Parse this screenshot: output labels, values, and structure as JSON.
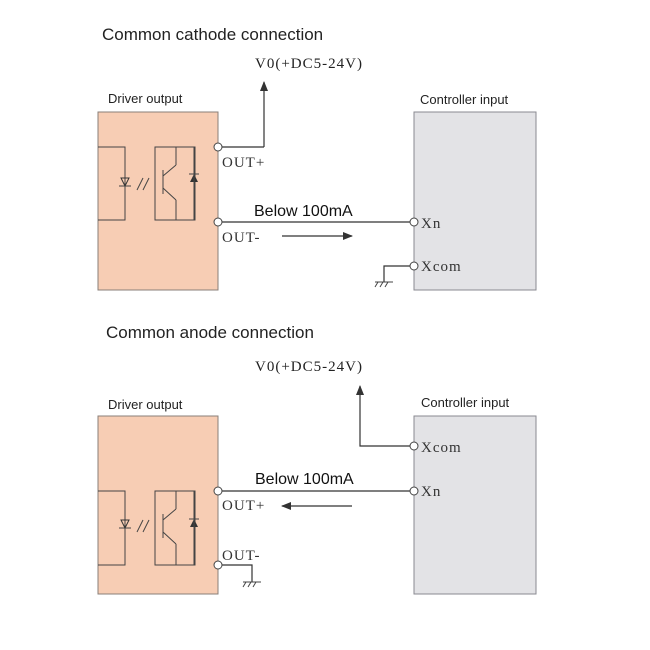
{
  "top": {
    "title": "Common cathode connection",
    "supply": "V0(+DC5-24V)",
    "driver_label": "Driver output",
    "controller_label": "Controller input",
    "out_plus": "OUT+",
    "out_minus": "OUT-",
    "current": "Below 100mA",
    "xn": "Xn",
    "xcom": "Xcom"
  },
  "bottom": {
    "title": "Common anode connection",
    "supply": "V0(+DC5-24V)",
    "driver_label": "Driver output",
    "controller_label": "Controller input",
    "out_plus": "OUT+",
    "out_minus": "OUT-",
    "current": "Below 100mA",
    "xn": "Xn",
    "xcom": "Xcom"
  },
  "colors": {
    "driver_fill": "#f7cdb4",
    "driver_stroke": "#8a7f78",
    "controller_fill": "#e3e3e6",
    "controller_stroke": "#8a8a90"
  }
}
